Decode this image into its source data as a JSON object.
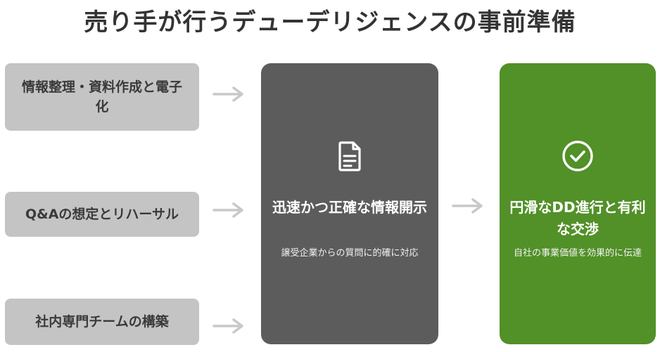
{
  "title": "売り手が行うデューデリジェンスの事前準備",
  "inputs": [
    {
      "label": "情報整理・資料作成と電子化"
    },
    {
      "label": "Q&Aの想定とリハーサル"
    },
    {
      "label": "社内専門チームの構築"
    }
  ],
  "center": {
    "icon": "document-icon",
    "title": "迅速かつ正確な情報開示",
    "description": "譲受企業からの質問に的確に対応"
  },
  "result": {
    "icon": "check-circle-icon",
    "title": "円滑なDD進行と有利な交渉",
    "description": "自社の事業価値を効果的に伝達"
  },
  "colors": {
    "input_box": "#c4c4c4",
    "arrow": "#c8c8c8",
    "center_card": "#5c5c5c",
    "result_card": "#529028",
    "title_text": "#333333"
  }
}
